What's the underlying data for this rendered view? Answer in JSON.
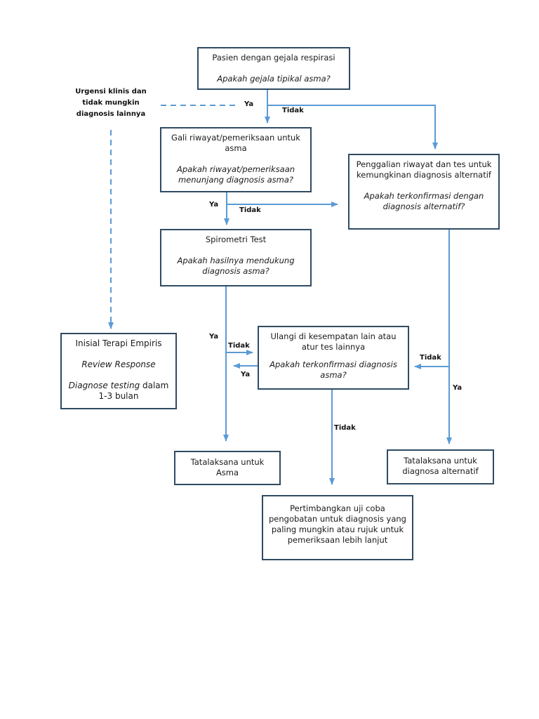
{
  "boxes": {
    "start": {
      "line1": "Pasien dengan gejala respirasi",
      "question": "Apakah gejala tipikal asma?"
    },
    "history": {
      "line1": "Gali riwayat/pemeriksaan untuk asma",
      "question": "Apakah riwayat/pemeriksaan menunjang diagnosis asma?"
    },
    "alt_history": {
      "line1": "Penggalian riwayat dan tes untuk kemungkinan diagnosis alternatif",
      "question": "Apakah terkonfirmasi dengan diagnosis alternatif?"
    },
    "spirometry": {
      "line1": "Spirometri Test",
      "question": "Apakah hasilnya mendukung diagnosis asma?"
    },
    "empiric": {
      "line1": "Inisial Terapi Empiris",
      "line2": "Review Response",
      "line3_italic": "Diagnose testing",
      "line3_rest": " dalam 1-3 bulan"
    },
    "repeat": {
      "line1": "Ulangi di kesempatan lain atau atur tes lainnya",
      "question": "Apakah terkonfirmasi diagnosis asma?"
    },
    "asthma_tx": {
      "line1": "Tatalaksana untuk Asma"
    },
    "alt_tx": {
      "line1": "Tatalaksana untuk diagnosa alternatif"
    },
    "consider": {
      "line1": "Pertimbangkan uji coba pengobatan untuk diagnosis yang paling mungkin atau rujuk untuk pemeriksaan lebih lanjut"
    }
  },
  "urgency_note": "Urgensi klinis dan tidak mungkin diagnosis lainnya",
  "labels": {
    "yes": "Ya",
    "no": "Tidak"
  },
  "colors": {
    "arrow": "#5b9bd5",
    "box_border": "#2f4b63"
  }
}
